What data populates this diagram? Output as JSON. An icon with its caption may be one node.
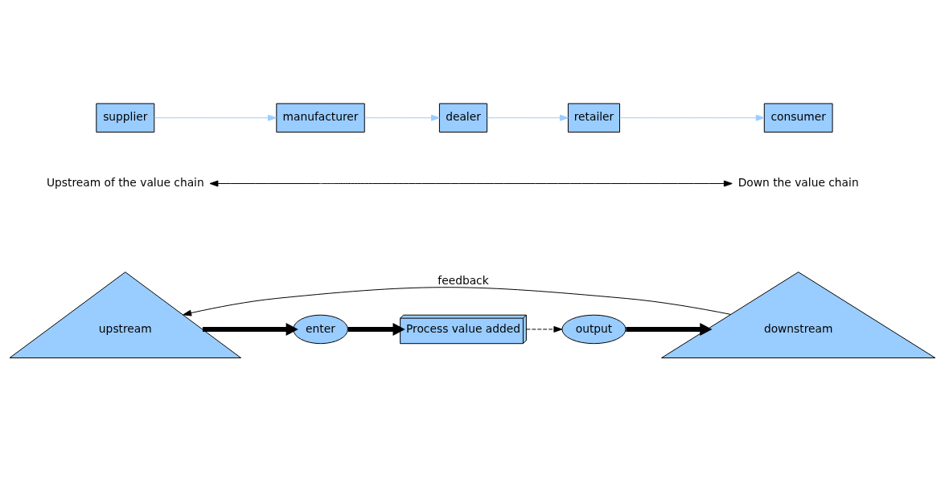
{
  "diagram": {
    "nodes": [
      {
        "text": [
          "supplier"
        ]
      },
      {
        "text": [
          "manufacturer"
        ]
      },
      {
        "text": [
          "dealer"
        ]
      },
      {
        "text": [
          "retailer"
        ]
      },
      {
        "text": [
          "consumer"
        ]
      },
      {
        "text": [
          "Upstream of the value chain"
        ]
      },
      {
        "text": [
          "Down the value chain"
        ]
      },
      {
        "text": [
          "upstream"
        ]
      },
      {
        "text": [
          "enter"
        ]
      },
      {
        "text": [
          "Process value added"
        ]
      },
      {
        "text": [
          "output"
        ]
      },
      {
        "text": [
          "downstream"
        ]
      }
    ],
    "edges": [
      {
        "from": 0,
        "to": 1,
        "arrow": "to",
        "color": "#99ccff"
      },
      {
        "from": 1,
        "to": 2,
        "arrow": "to",
        "color": "#99ccff"
      },
      {
        "from": 2,
        "to": 3,
        "arrow": "to",
        "color": "#99ccff"
      },
      {
        "from": 3,
        "to": 4,
        "arrow": "to",
        "color": "#99ccff"
      },
      {
        "from": 5,
        "to": 6,
        "arrow": "both"
      },
      {
        "from": 7,
        "to": 8,
        "arrow": "to",
        "style": "thick"
      },
      {
        "from": 8,
        "to": 9,
        "arrow": "to",
        "style": "thick"
      },
      {
        "from": 9,
        "to": 10,
        "arrow": "to",
        "style": "dashed"
      },
      {
        "from": 10,
        "to": 11,
        "arrow": "to",
        "style": "thick"
      },
      {
        "from": 11,
        "to": 7,
        "arrow": "to",
        "label": "feedback"
      }
    ]
  }
}
